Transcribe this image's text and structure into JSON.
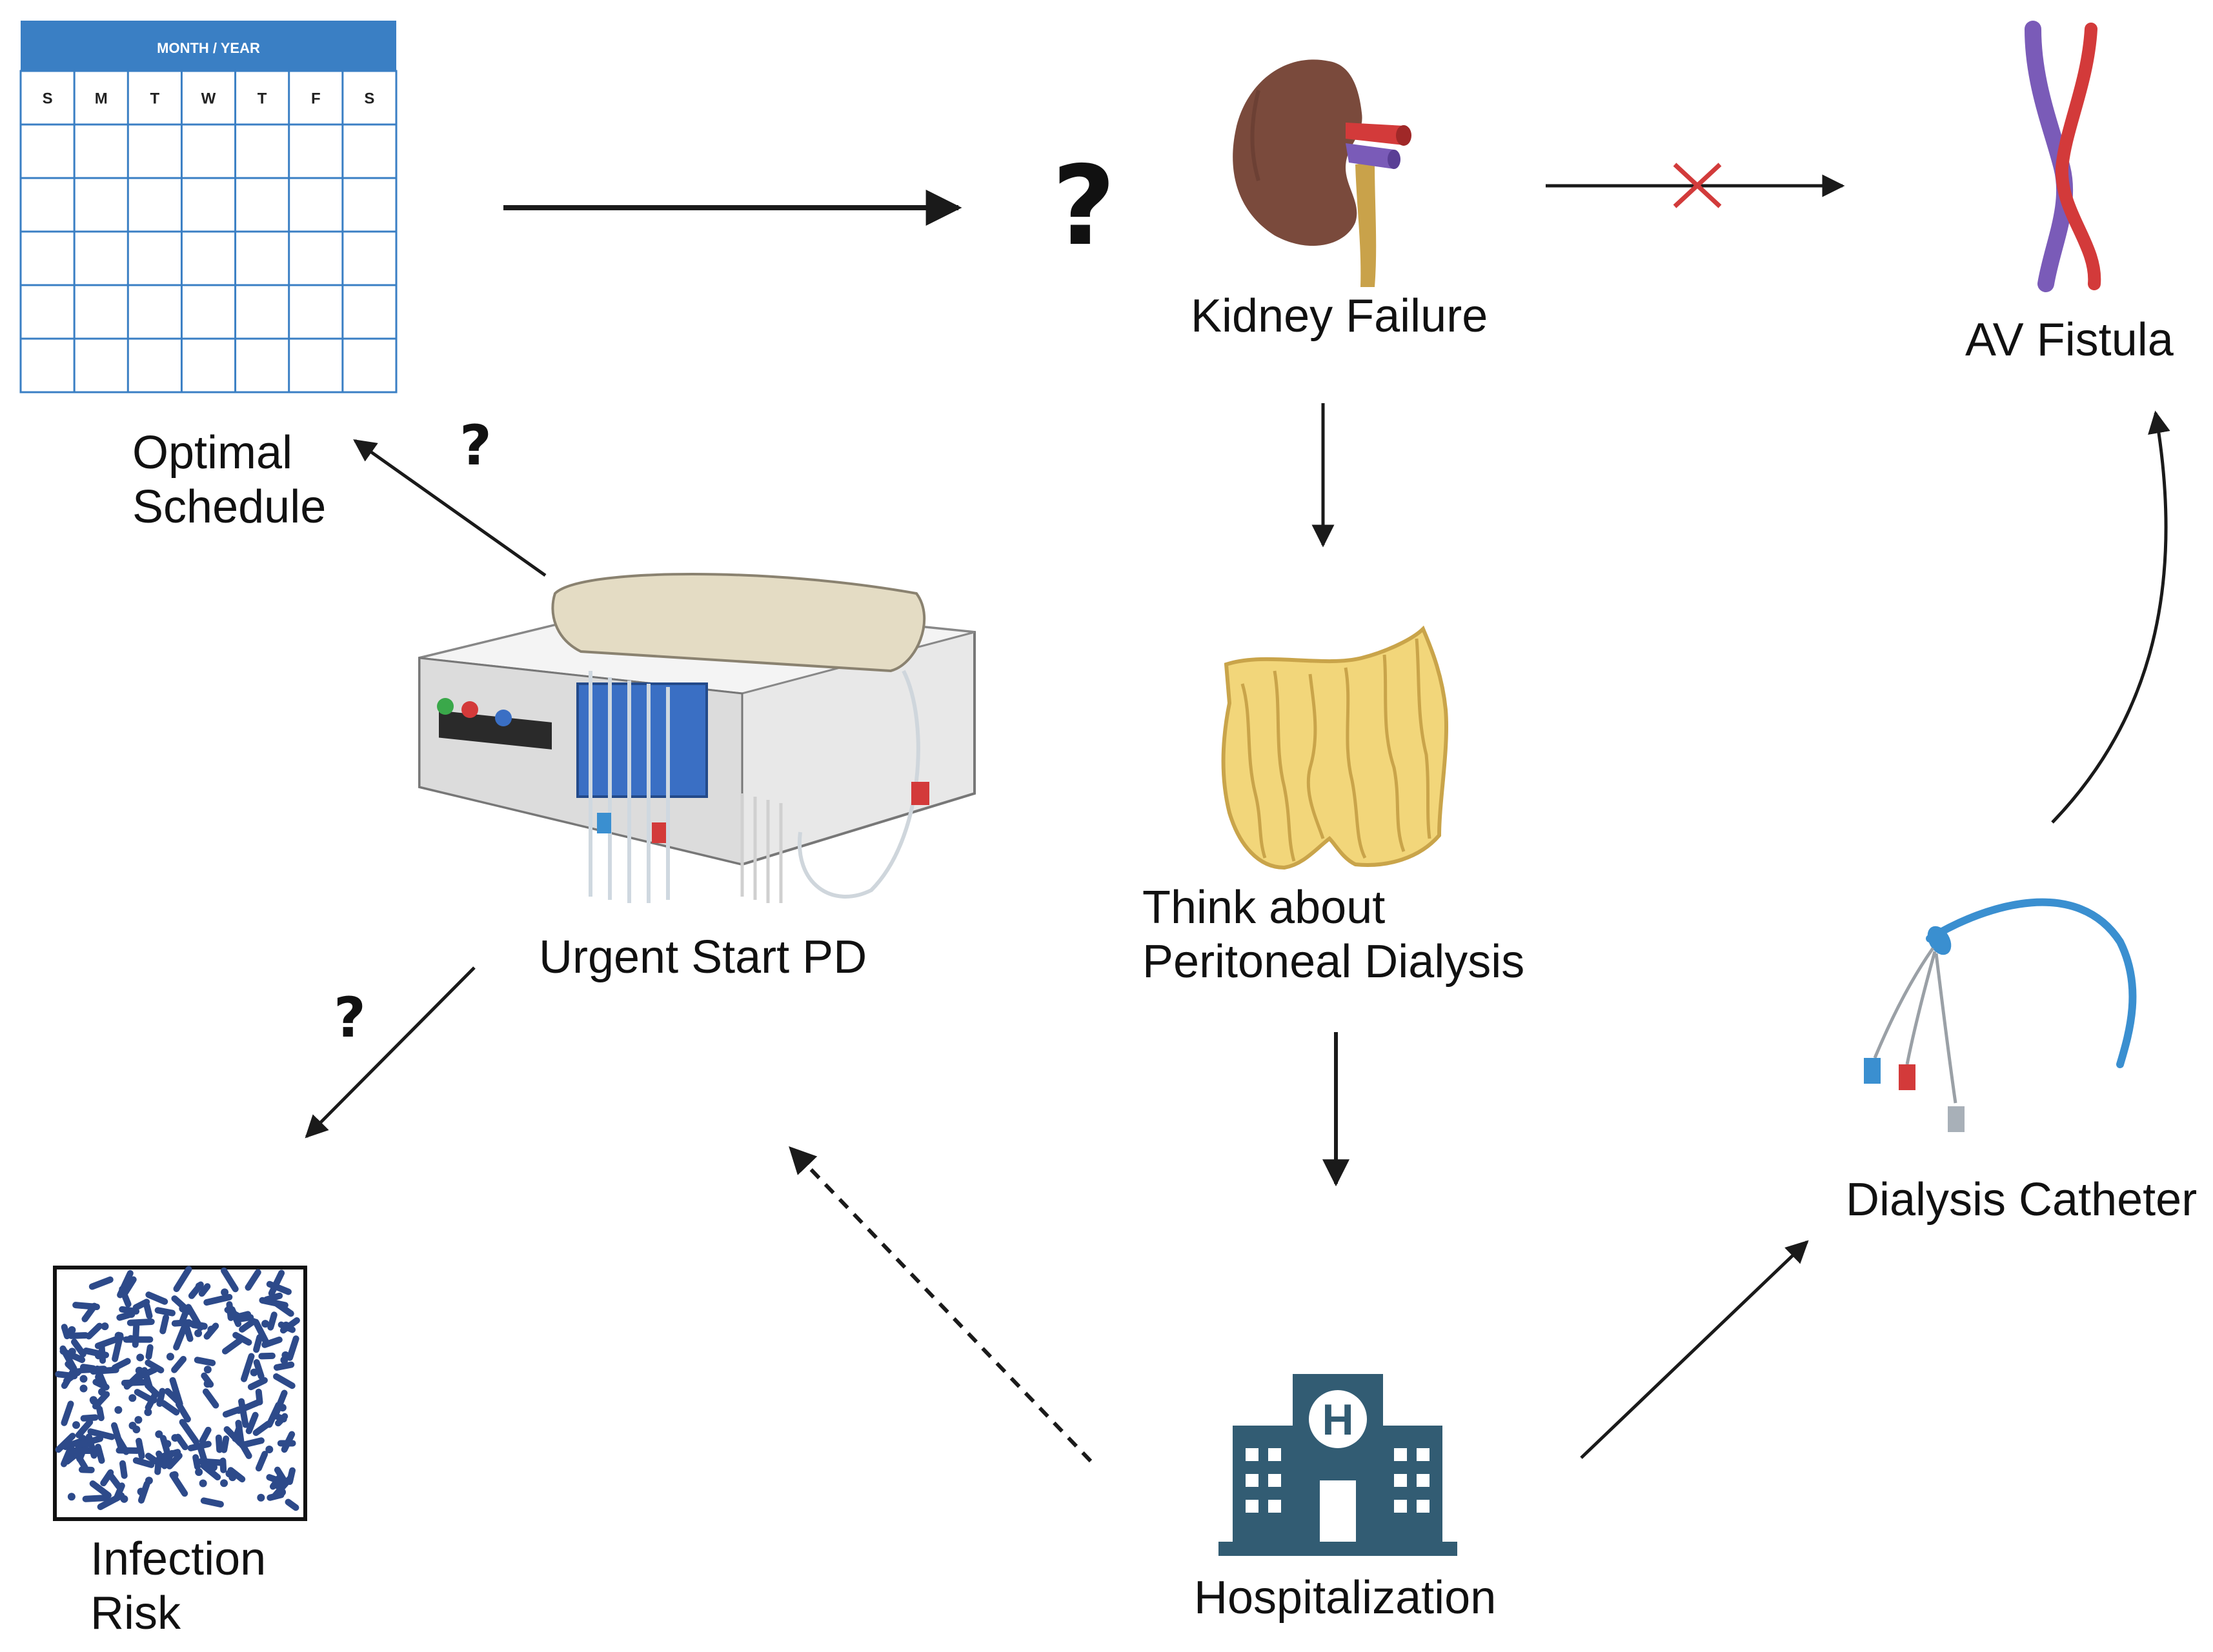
{
  "calendar": {
    "header": "MONTH / YEAR",
    "days": [
      "S",
      "M",
      "T",
      "W",
      "T",
      "F",
      "S"
    ],
    "header_color": "#3a7fc4"
  },
  "labels": {
    "optimal_schedule": [
      "Optimal",
      "Schedule"
    ],
    "kidney_failure": "Kidney Failure",
    "av_fistula": "AV Fistula",
    "urgent_start_pd": "Urgent Start PD",
    "think_about_pd": [
      "Think about",
      "Peritoneal Dialysis"
    ],
    "dialysis_catheter": "Dialysis Catheter",
    "infection_risk": [
      "Infection",
      "Risk"
    ],
    "hospitalization": "Hospitalization"
  },
  "question_marks": {
    "main": "?",
    "schedule": "?",
    "infection": "?"
  },
  "hospital_sign": "H",
  "colors": {
    "arrow": "#1a1a1a",
    "cross": "#d23b3b",
    "hospital": "#325c73",
    "bacteria": "#2d4a8a",
    "kidney": "#7a4a3c",
    "artery": "#d33a3a",
    "vein": "#7a5bb8",
    "ureter": "#c9a24a",
    "catheter": "#3a8fd0",
    "peritoneum": "#f2d67a"
  }
}
